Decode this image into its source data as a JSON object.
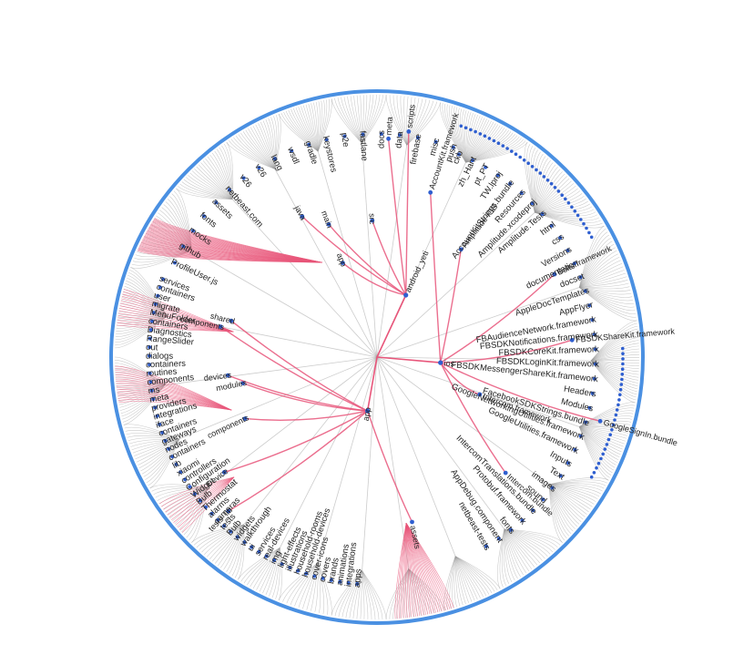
{
  "colors": {
    "ring": "#4a90e2",
    "leaf_bundle": "#9a9a9a",
    "highlight": "#e8557a",
    "node": "#2f5fd0",
    "text": "#1f1f1f"
  },
  "diagram": {
    "kind": "radial hierarchical edge bundling (file dependency graph)",
    "roots": [
      {
        "name": "android_yeti",
        "angle": -65,
        "r": 75
      },
      {
        "name": "ios",
        "angle": 5,
        "r": 70
      },
      {
        "name": "app",
        "angle": 100,
        "r": 60
      }
    ],
    "branches": [
      {
        "name": "src",
        "angle": -92,
        "r": 150,
        "parent": "android_yeti"
      },
      {
        "name": "app",
        "angle": -110,
        "r": 110,
        "parent": "android_yeti"
      },
      {
        "name": "main",
        "angle": -110,
        "r": 155,
        "parent": "android_yeti"
      },
      {
        "name": "java",
        "angle": -118,
        "r": 175,
        "parent": "android_yeti"
      },
      {
        "name": "meta",
        "angle": -87,
        "r": 240,
        "parent": "android_yeti"
      },
      {
        "name": "scripts",
        "angle": -82,
        "r": 250,
        "parent": "android_yeti"
      },
      {
        "name": "modules",
        "angle": 169,
        "r": 150,
        "parent": "app"
      },
      {
        "name": "devices",
        "angle": 173,
        "r": 165,
        "parent": "app"
      },
      {
        "name": "components",
        "angle": 155,
        "r": 160,
        "parent": "app"
      },
      {
        "name": "shared",
        "angle": 194,
        "r": 165,
        "parent": "app"
      },
      {
        "name": "components",
        "angle": 191,
        "r": 175,
        "parent": "app"
      },
      {
        "name": "assets",
        "angle": 78,
        "r": 185,
        "parent": "app"
      },
      {
        "name": "Device",
        "angle": 143,
        "r": 210,
        "parent": "app"
      },
      {
        "name": "tests_lib",
        "angle": 134,
        "r": 235,
        "parent": "app"
      },
      {
        "name": "AccountKit.framework",
        "angle": -72,
        "r": 190,
        "parent": "ios"
      },
      {
        "name": "Amplitude-iOS",
        "angle": -52,
        "r": 150,
        "parent": "ios"
      },
      {
        "name": "Bolts.framework",
        "angle": -25,
        "r": 215,
        "parent": "ios"
      },
      {
        "name": "FBSDKShareKit.framework",
        "angle": -5,
        "r": 215,
        "parent": "ios"
      },
      {
        "name": "Intercom.framework",
        "angle": 20,
        "r": 120,
        "parent": "ios"
      },
      {
        "name": "Intercom.bundle",
        "angle": 42,
        "r": 190,
        "parent": "ios"
      },
      {
        "name": "GoogleSignIn.bundle",
        "angle": 16,
        "r": 255,
        "parent": "ios"
      }
    ],
    "leaf_labels_left": [
      "services",
      "containers",
      "user",
      "migrate",
      "MenuFolder",
      "containers",
      "Diagnostics",
      "RangeSlider",
      "out",
      "dialogs",
      "containers",
      "routines",
      "components",
      "ms",
      "meta",
      "providers",
      "integrations",
      "iface",
      "containers",
      "gateways",
      "nodes",
      "containers",
      "lib",
      "xiaomi",
      "controllers",
      "Configuration",
      "Widget",
      "Bulb",
      "Thermostat",
      "alarms",
      "cameras",
      "tests",
      "Bulb",
      "widgets",
      "walkthrough",
      "ui",
      "services",
      "real-devices",
      "img",
      "light-effects",
      "illustrations",
      "household-rooms",
      "household-devices",
      "cover-icons",
      "covers",
      "brands",
      "animations",
      "integrations",
      "apps"
    ],
    "leaf_labels_top": [
      "ProfileUser.js",
      "github",
      "mocks",
      "fonts",
      "assets",
      "netbeast.com",
      "v26",
      "v26",
      "lang",
      "wsdl",
      "gradle",
      "keystores",
      "p2e",
      "fastlane",
      "docs",
      "data",
      "firebase",
      "misc",
      "push"
    ],
    "leaf_labels_right": [
      "ckb",
      "zh_Hant",
      "pt_PT",
      "TW.lproj",
      "AccountKitStrings.bundle",
      "Resources",
      "Amplitude.xcodeproj",
      "Amplitude.Tests",
      "html",
      "css",
      "Versions",
      "documentation",
      "docset",
      "AppleDocTemplates",
      "AppFlyer",
      "FBAudienceNetwork.framework",
      "FBSDKNotifications.framework",
      "FBSDKCoreKit.framework",
      "FBSDKLoginKit.framework",
      "FBSDKMessengerShareKit.framework",
      "Headers",
      "Modules",
      "FacebookSDKStrings.bundle",
      "GoogleNetworkingUtilities.framework",
      "GoogleUtilities.framework",
      "Inputs",
      "Text",
      "images",
      "sound",
      "IntercomTranslations.bundle",
      "Protobuf.framework",
      "fonts",
      "AppDebug.component",
      "netbeast-tests"
    ]
  }
}
